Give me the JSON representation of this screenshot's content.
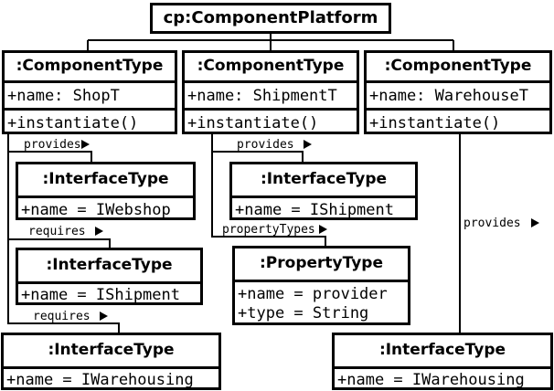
{
  "diagram": {
    "platform": {
      "title": "cp:ComponentPlatform"
    },
    "components": [
      {
        "title": ":ComponentType",
        "name": "+name: ShopT",
        "op": "+instantiate()"
      },
      {
        "title": ":ComponentType",
        "name": "+name: ShipmentT",
        "op": "+instantiate()"
      },
      {
        "title": ":ComponentType",
        "name": "+name: WarehouseT",
        "op": "+instantiate()"
      }
    ],
    "interfaces": [
      {
        "title": ":InterfaceType",
        "name": "+name = IWebshop"
      },
      {
        "title": ":InterfaceType",
        "name": "+name = IShipment"
      },
      {
        "title": ":InterfaceType",
        "name": "+name = IWarehousing"
      },
      {
        "title": ":InterfaceType",
        "name": "+name = IShipment"
      },
      {
        "title": ":InterfaceType",
        "name": "+name = IWarehousing"
      }
    ],
    "property": {
      "title": ":PropertyType",
      "name": "+name = provider",
      "type": "+type = String"
    },
    "relations": {
      "shop_provides": "provides",
      "shop_requires_1": "requires",
      "shop_requires_2": "requires",
      "shipment_provides": "provides",
      "shipment_property_types": "propertyTypes",
      "warehouse_provides": "provides"
    }
  }
}
